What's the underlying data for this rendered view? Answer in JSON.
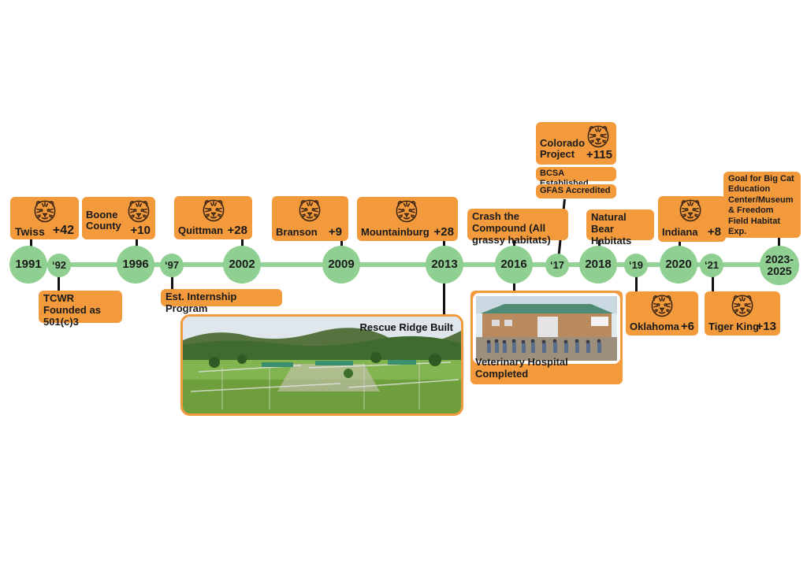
{
  "timeline": {
    "nodes": {
      "y1991": "1991",
      "y92": "‘92",
      "y1996": "1996",
      "y97": "‘97",
      "y2002": "2002",
      "y2009": "2009",
      "y2013": "2013",
      "y2016": "2016",
      "y17": "‘17",
      "y2018": "2018",
      "y19": "‘19",
      "y2020": "2020",
      "y21": "‘21",
      "y2023": "2023-2025"
    }
  },
  "events": {
    "twiss": {
      "name": "Twiss",
      "count": "+42"
    },
    "boone": {
      "name": "Boone County",
      "count": "+10"
    },
    "quittman": {
      "name": "Quittman",
      "count": "+28"
    },
    "branson": {
      "name": "Branson",
      "count": "+9"
    },
    "mountainburg": {
      "name": "Mountainburg",
      "count": "+28"
    },
    "crash": {
      "text": "Crash the Compound (All grassy habitats)"
    },
    "colorado": {
      "name": "Colorado Project",
      "count": "+115"
    },
    "bcsa": {
      "text": "BCSA Established"
    },
    "gfas": {
      "text": "GFAS Accredited"
    },
    "bear": {
      "text": "Natural Bear Habitats"
    },
    "indiana": {
      "name": "Indiana",
      "count": "+8"
    },
    "goal": {
      "text": "Goal for Big Cat Education Center/Museum & Freedom Field Habitat Exp."
    },
    "tcwr": {
      "text": "TCWR Founded as 501(c)3"
    },
    "internship": {
      "text": "Est. Internship Program"
    },
    "rescue": {
      "text": "Rescue Ridge Built"
    },
    "vet": {
      "text": "Veterinary Hospital Completed"
    },
    "oklahoma": {
      "name": "Oklahoma",
      "count": "+6"
    },
    "tigerking": {
      "name": "Tiger King",
      "count": "+13"
    }
  },
  "icons": {
    "tiger": "tiger-head-icon"
  },
  "colors": {
    "accent": "#f39a3d",
    "node": "#8fcf91",
    "line": "#93d39a"
  }
}
